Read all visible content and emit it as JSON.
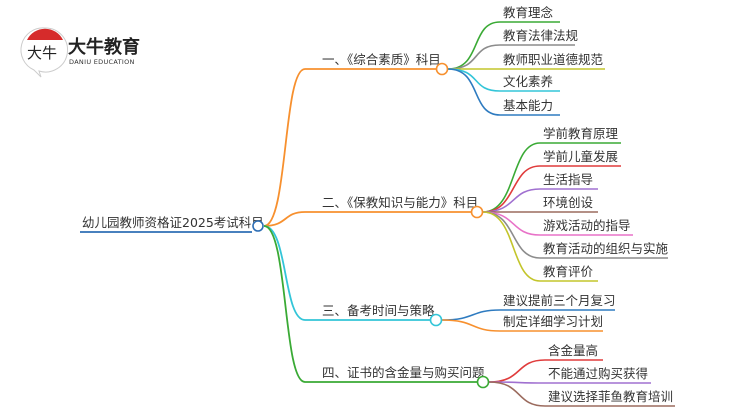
{
  "logo": {
    "brand": "大牛教育",
    "sub": "DANIU EDUCATION",
    "mark": "大牛"
  },
  "root": {
    "label": "幼儿园教师资格证2025考试科目",
    "color": "#2e6fb5"
  },
  "branches": [
    {
      "label": "一、《综合素质》科目",
      "color": "#f7902e",
      "children": [
        {
          "label": "教育理念",
          "color": "#3aaa35"
        },
        {
          "label": "教育法律法规",
          "color": "#8c8c8c"
        },
        {
          "label": "教师职业道德规范",
          "color": "#c3c52b"
        },
        {
          "label": "文化素养",
          "color": "#33c5d8"
        },
        {
          "label": "基本能力",
          "color": "#2e7bc0"
        }
      ]
    },
    {
      "label": "二、《保教知识与能力》科目",
      "color": "#f7902e",
      "children": [
        {
          "label": "学前教育原理",
          "color": "#3aaa35"
        },
        {
          "label": "学前儿童发展",
          "color": "#e03c3c"
        },
        {
          "label": "生活指导",
          "color": "#a070d0"
        },
        {
          "label": "环境创设",
          "color": "#9b6b5e"
        },
        {
          "label": "游戏活动的指导",
          "color": "#e872c8"
        },
        {
          "label": "教育活动的组织与实施",
          "color": "#8c8c8c"
        },
        {
          "label": "教育评价",
          "color": "#c3c52b"
        }
      ]
    },
    {
      "label": "三、备考时间与策略",
      "color": "#33c5d8",
      "children": [
        {
          "label": "建议提前三个月复习",
          "color": "#2e7bc0"
        },
        {
          "label": "制定详细学习计划",
          "color": "#f7902e"
        }
      ]
    },
    {
      "label": "四、证书的含金量与购买问题",
      "color": "#3aaa35",
      "children": [
        {
          "label": "含金量高",
          "color": "#e03c3c"
        },
        {
          "label": "不能通过购买获得",
          "color": "#a070d0"
        },
        {
          "label": "建议选择菲鱼教育培训",
          "color": "#9b6b5e"
        }
      ]
    }
  ]
}
